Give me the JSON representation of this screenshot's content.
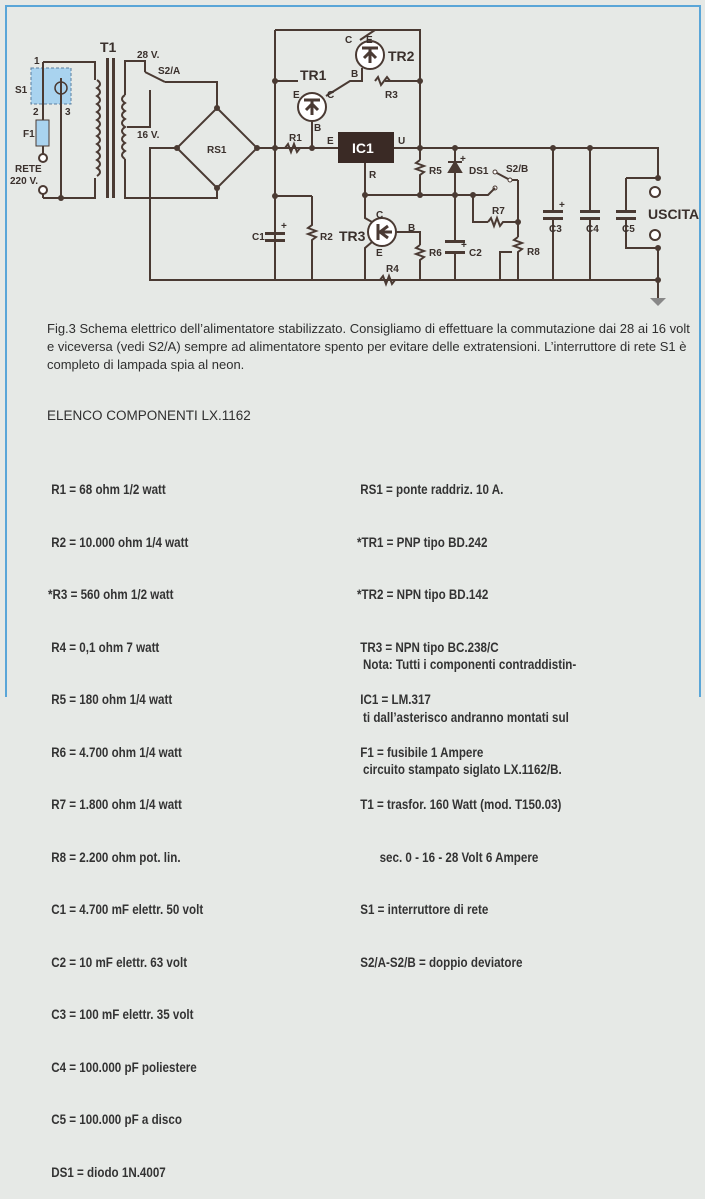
{
  "schematic": {
    "labels": {
      "t1": "T1",
      "s1": "S1",
      "f1": "F1",
      "pin1": "1",
      "pin2": "2",
      "pin3": "3",
      "rete": "RETE",
      "rete_v": "220 V.",
      "v28": "28 V.",
      "v16": "16 V.",
      "s2a": "S2/A",
      "rs1": "RS1",
      "tr1": "TR1",
      "tr2": "TR2",
      "tr3": "TR3",
      "ic1": "IC1",
      "r1": "R1",
      "r2": "R2",
      "r3": "R3",
      "r4": "R4",
      "r5": "R5",
      "r6": "R6",
      "r7": "R7",
      "r8": "R8",
      "c1": "C1",
      "c2": "C2",
      "c3": "C3",
      "c4": "C4",
      "c5": "C5",
      "ds1": "DS1",
      "s2b": "S2/B",
      "uscita": "USCITA",
      "pin_e": "E",
      "pin_c": "C",
      "pin_b": "B",
      "pin_u": "U",
      "pin_r": "R",
      "plus": "+"
    },
    "colors": {
      "wire": "#4a3a33",
      "s1_box": "#a9d3ef",
      "frame": "#5aa6d8",
      "ground": "#888888"
    }
  },
  "caption": "Fig.3 Schema elettrico dell’alimentatore stabilizzato. Consigliamo di effettuare la commutazione dai 28 ai 16 volt e viceversa (vedi S2/A) sempre ad alimentatore spento per evitare delle extratensioni. L’interruttore di rete S1 è completo di lampada spia al neon.",
  "components_title": "ELENCO COMPONENTI LX.1162",
  "components_left": [
    " R1 = 68 ohm 1/2 watt",
    " R2 = 10.000 ohm 1/4 watt",
    "*R3 = 560 ohm 1/2 watt",
    " R4 = 0,1 ohm 7 watt",
    " R5 = 180 ohm 1/4 watt",
    " R6 = 4.700 ohm 1/4 watt",
    " R7 = 1.800 ohm 1/4 watt",
    " R8 = 2.200 ohm pot. lin.",
    " C1 = 4.700 mF elettr. 50 volt",
    " C2 = 10 mF elettr. 63 volt",
    " C3 = 100 mF elettr. 35 volt",
    " C4 = 100.000 pF poliestere",
    " C5 = 100.000 pF a disco",
    " DS1 = diodo 1N.4007"
  ],
  "components_right": [
    " RS1 = ponte raddriz. 10 A.",
    "*TR1 = PNP tipo BD.242",
    "*TR2 = NPN tipo BD.142",
    " TR3 = NPN tipo BC.238/C",
    " IC1 = LM.317",
    " F1 = fusibile 1 Ampere",
    " T1 = trasfor. 160 Watt (mod. T150.03)",
    "       sec. 0 - 16 - 28 Volt 6 Ampere",
    " S1 = interruttore di rete",
    " S2/A-S2/B = doppio deviatore"
  ],
  "note": [
    "Nota: Tutti i componenti contraddistin-",
    "ti dall’asterisco andranno montati sul",
    "circuito stampato siglato LX.1162/B."
  ]
}
